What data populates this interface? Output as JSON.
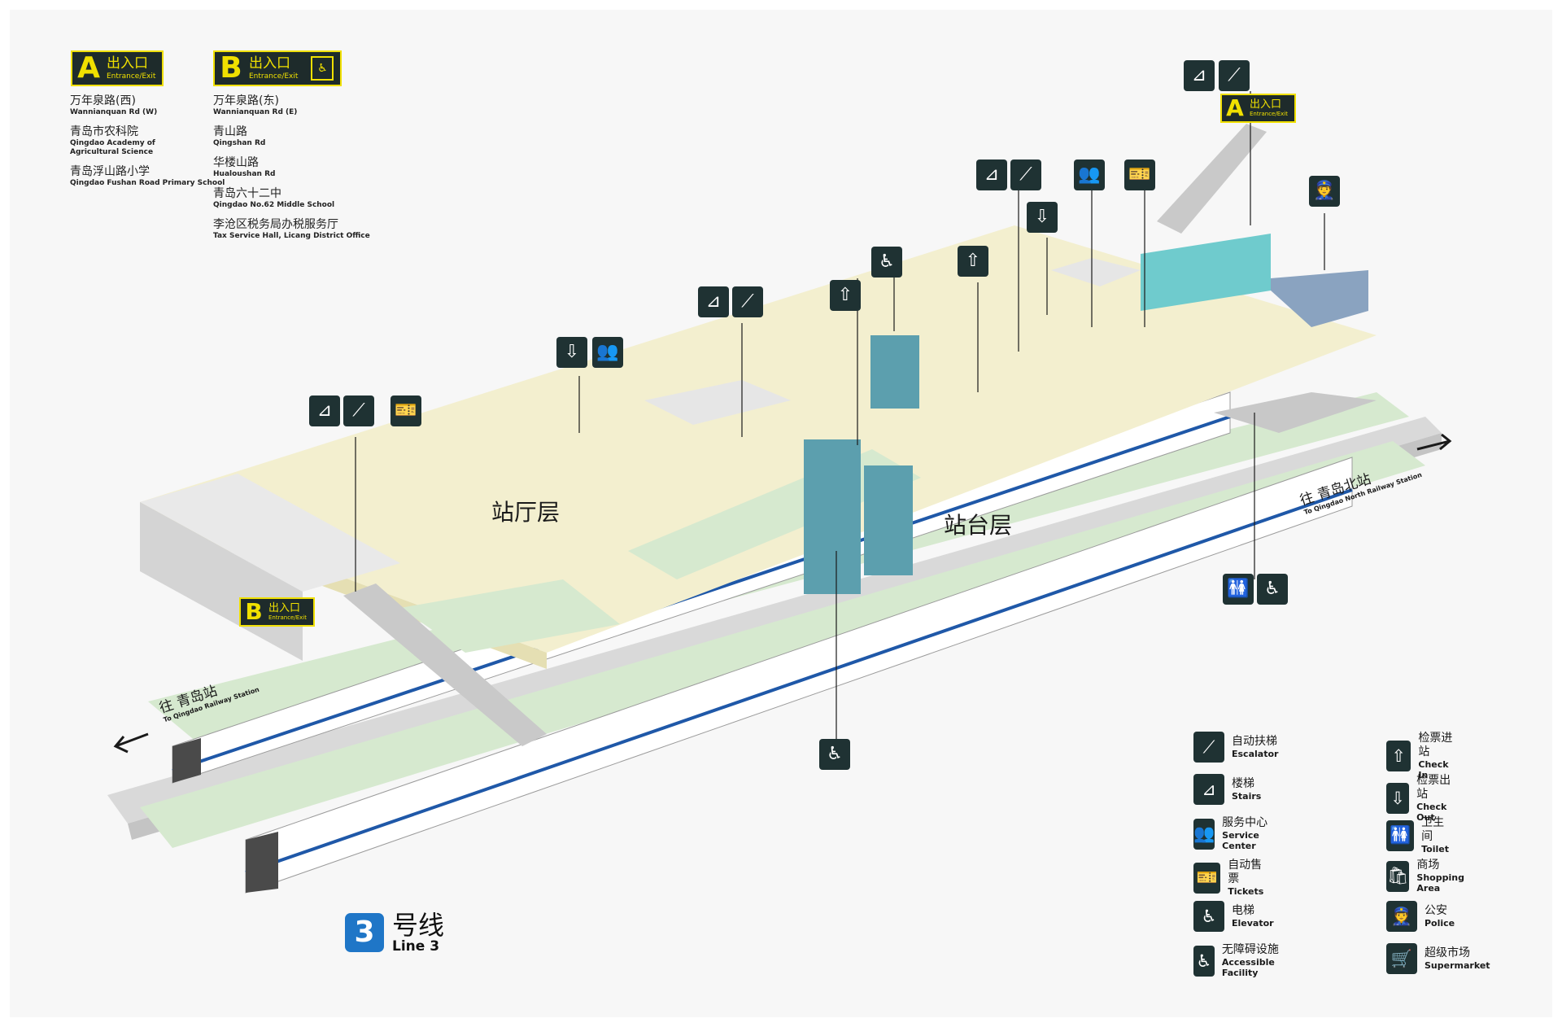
{
  "exits": {
    "a": {
      "letter": "A",
      "cn": "出入口",
      "en": "Entrance/Exit",
      "destinations": [
        {
          "cn": "万年泉路(西)",
          "en": "Wannianquan Rd (W)"
        },
        {
          "cn": "青岛市农科院",
          "en": "Qingdao Academy of\nAgricultural Science"
        },
        {
          "cn": "青岛浮山路小学",
          "en": "Qingdao Fushan Road Primary School"
        }
      ]
    },
    "b": {
      "letter": "B",
      "cn": "出入口",
      "en": "Entrance/Exit",
      "destinations": [
        {
          "cn": "万年泉路(东)",
          "en": "Wannianquan Rd (E)"
        },
        {
          "cn": "青山路",
          "en": "Qingshan Rd"
        },
        {
          "cn": "华楼山路",
          "en": "Hualoushan Rd"
        },
        {
          "cn": "青岛六十二中",
          "en": "Qingdao No.62 Middle School"
        },
        {
          "cn": "李沧区税务局办税服务厅",
          "en": "Tax Service Hall, Licang District Office"
        }
      ]
    }
  },
  "levels": {
    "concourse": "站厅层",
    "platform": "站台层"
  },
  "directions": {
    "south": {
      "cn": "往 青岛站",
      "en": "To Qingdao Railway Station"
    },
    "north": {
      "cn": "往 青岛北站",
      "en": "To Qingdao North Railway Station"
    }
  },
  "line": {
    "number": "3",
    "cn": "号线",
    "en": "Line 3"
  },
  "legend": [
    {
      "icon": "escalator-icon",
      "cn": "自动扶梯",
      "en": "Escalator"
    },
    {
      "icon": "stairs-icon",
      "cn": "楼梯",
      "en": "Stairs"
    },
    {
      "icon": "service-center-icon",
      "cn": "服务中心",
      "en": "Service Center"
    },
    {
      "icon": "ticket-machine-icon",
      "cn": "自动售票",
      "en": "Tickets"
    },
    {
      "icon": "elevator-icon",
      "cn": "电梯",
      "en": "Elevator"
    },
    {
      "icon": "accessible-icon",
      "cn": "无障碍设施",
      "en": "Accessible Facility"
    },
    {
      "icon": "check-in-icon",
      "cn": "检票进站",
      "en": "Check In"
    },
    {
      "icon": "check-out-icon",
      "cn": "检票出站",
      "en": "Check Out"
    },
    {
      "icon": "toilet-icon",
      "cn": "卫生间",
      "en": "Toilet"
    },
    {
      "icon": "shopping-icon",
      "cn": "商场",
      "en": "Shopping Area"
    },
    {
      "icon": "police-icon",
      "cn": "公安",
      "en": "Police"
    },
    {
      "icon": "supermarket-icon",
      "cn": "超级市场",
      "en": "Supermarket"
    }
  ],
  "colors": {
    "icon_bg": "#1f3233",
    "exit_yellow": "#f0e000",
    "concourse": "#f3efcf",
    "platform_green": "#d6e9cf",
    "line_blue": "#1f76c7",
    "teal": "#5c9fae",
    "shop_teal": "#6fcbcd",
    "police_blue": "#8aa3c0"
  }
}
